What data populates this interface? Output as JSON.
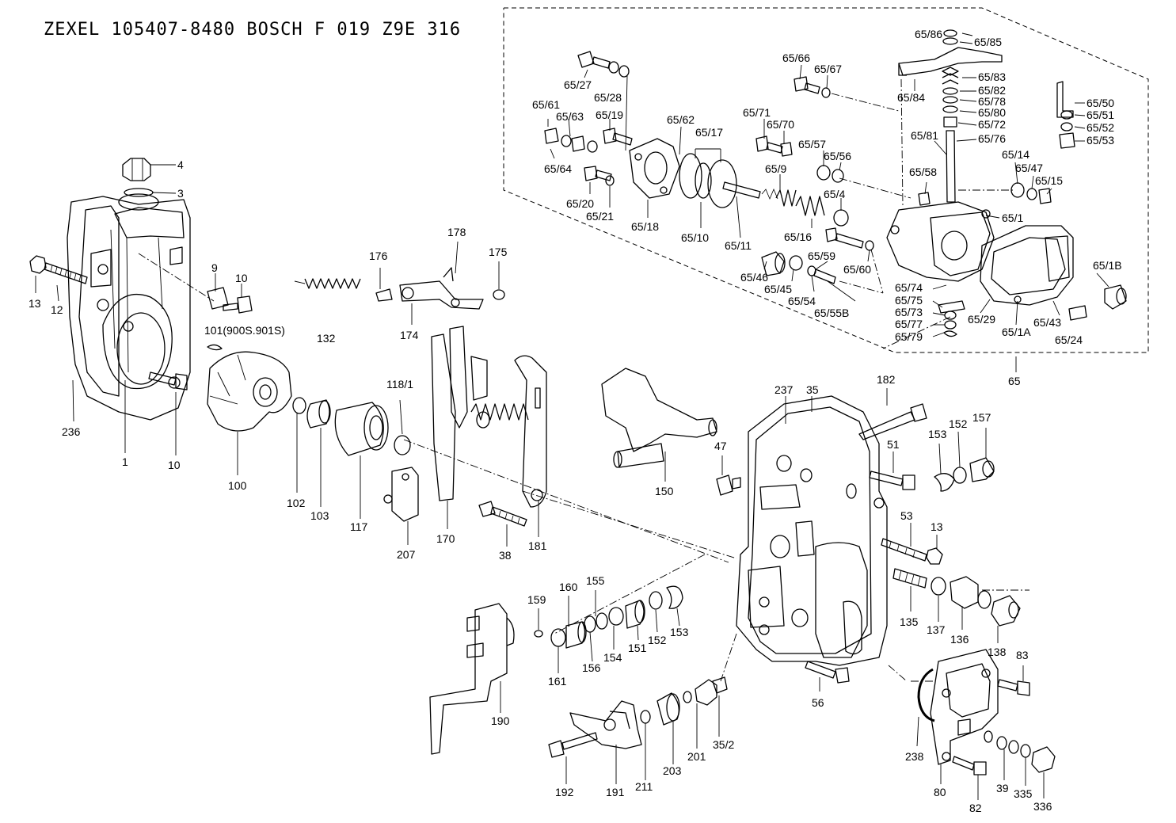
{
  "header": {
    "title": "ZEXEL  105407-8480  BOSCH  F 019 Z9E 316"
  },
  "labels": {
    "l4": "4",
    "l3": "3",
    "l9": "9",
    "l10a": "10",
    "l10b": "10",
    "l13a": "13",
    "l12": "12",
    "l101": "101(900S.901S)",
    "l132": "132",
    "l236": "236",
    "l1": "1",
    "l100": "100",
    "l102": "102",
    "l103": "103",
    "l117": "117",
    "l118_1": "118/1",
    "l207": "207",
    "l170": "170",
    "l38": "38",
    "l181": "181",
    "l174": "174",
    "l176": "176",
    "l178": "178",
    "l175": "175",
    "l150": "150",
    "l47": "47",
    "l237": "237",
    "l35": "35",
    "l182": "182",
    "l51": "51",
    "l153a": "153",
    "l152a": "152",
    "l157": "157",
    "l53": "53",
    "l13b": "13",
    "l135": "135",
    "l137": "137",
    "l136": "136",
    "l138": "138",
    "l56": "56",
    "l83": "83",
    "l238": "238",
    "l80": "80",
    "l82": "82",
    "l39": "39",
    "l335": "335",
    "l336": "336",
    "l159": "159",
    "l160": "160",
    "l155": "155",
    "l161": "161",
    "l156": "156",
    "l154": "154",
    "l151": "151",
    "l152b": "152",
    "l153b": "153",
    "l190": "190",
    "l192": "192",
    "l191": "191",
    "l211": "211",
    "l203": "203",
    "l201": "201",
    "l35_2": "35/2",
    "l65": "65",
    "l65_27": "65/27",
    "l65_28": "65/28",
    "l65_61": "65/61",
    "l65_63": "65/63",
    "l65_19": "65/19",
    "l65_64": "65/64",
    "l65_20": "65/20",
    "l65_21": "65/21",
    "l65_18": "65/18",
    "l65_62": "65/62",
    "l65_17": "65/17",
    "l65_10": "65/10",
    "l65_11": "65/11",
    "l65_66": "65/66",
    "l65_67": "65/67",
    "l65_71": "65/71",
    "l65_70": "65/70",
    "l65_57": "65/57",
    "l65_56": "65/56",
    "l65_9": "65/9",
    "l65_4": "65/4",
    "l65_16": "65/16",
    "l65_59": "65/59",
    "l65_46": "65/46",
    "l65_45": "65/45",
    "l65_54": "65/54",
    "l65_55B": "65/55B",
    "l65_60": "65/60",
    "l65_86": "65/86",
    "l65_85": "65/85",
    "l65_84": "65/84",
    "l65_83": "65/83",
    "l65_82": "65/82",
    "l65_78": "65/78",
    "l65_80": "65/80",
    "l65_72": "65/72",
    "l65_81": "65/81",
    "l65_76": "65/76",
    "l65_58": "65/58",
    "l65_14": "65/14",
    "l65_47": "65/47",
    "l65_15": "65/15",
    "l65_1": "65/1",
    "l65_50": "65/50",
    "l65_51": "65/51",
    "l65_52": "65/52",
    "l65_53": "65/53",
    "l65_1B": "65/1B",
    "l65_74": "65/74",
    "l65_75": "65/75",
    "l65_73": "65/73",
    "l65_77": "65/77",
    "l65_79": "65/79",
    "l65_29": "65/29",
    "l65_1A": "65/1A",
    "l65_43": "65/43",
    "l65_24": "65/24"
  }
}
